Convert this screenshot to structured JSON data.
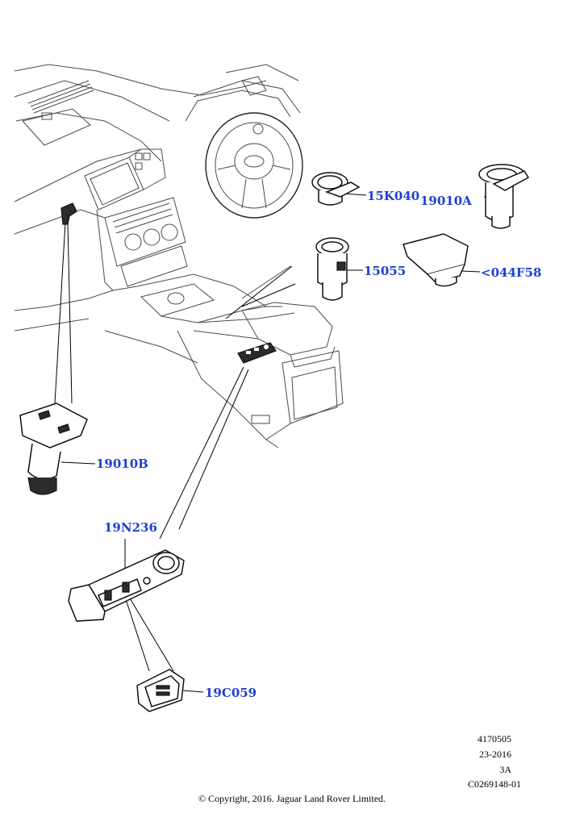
{
  "callouts": {
    "c15K040": "15K040",
    "c19010A": "19010A",
    "c15055": "15055",
    "c044F58": "<044F58",
    "c19010B": "19010B",
    "c19N236": "19N236",
    "c19C059": "19C059"
  },
  "meta": {
    "ref": "4170505",
    "date": "23-2016",
    "rev": "3A",
    "code": "C0269148-01"
  },
  "copyright": "© Copyright, 2016. Jaguar Land Rover Limited.",
  "colors": {
    "callout": "#1f3fd1",
    "line": "#4a4a4a"
  }
}
